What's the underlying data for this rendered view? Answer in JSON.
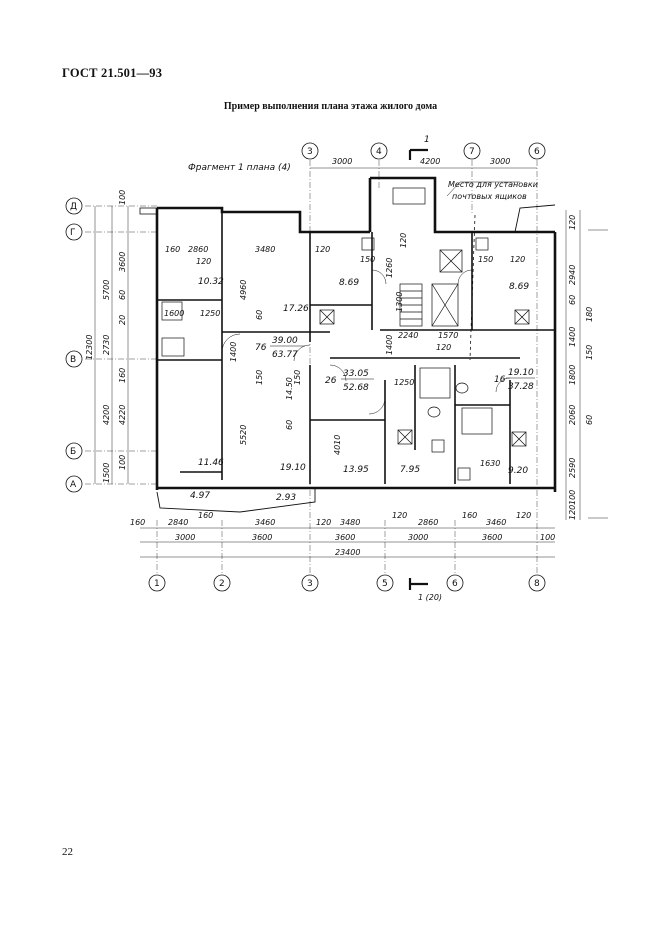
{
  "document": {
    "header": "ГОСТ 21.501—93",
    "caption": "Пример выполнения плана этажа жилого дома",
    "page_number": "22"
  },
  "plan": {
    "fragment_label": "Фрагмент 1 плана (4)",
    "note_label_line1": "Место для установки",
    "note_label_line2": "почтовых ящиков",
    "section_mark": "1",
    "section_mark_bottom": "1 (20)",
    "axes_top": [
      "3",
      "4",
      "7",
      "6"
    ],
    "axes_bottom": [
      "1",
      "2",
      "3",
      "5",
      "6",
      "8"
    ],
    "axes_left": [
      "Д",
      "Г",
      "В",
      "Б",
      "А"
    ],
    "top_dims": [
      "3000",
      "4200",
      "3000"
    ],
    "bottom_dims_row1": [
      "160",
      "2840",
      "160",
      "3460",
      "120",
      "3480",
      "120",
      "2860",
      "160",
      "3460",
      "120"
    ],
    "bottom_dims_row2": [
      "3000",
      "3600",
      "3600",
      "3000",
      "3600",
      "100"
    ],
    "bottom_total": "23400",
    "left_dims_outer": [
      "12300",
      "5700",
      "2730",
      "4200",
      "1500"
    ],
    "left_dims_inner": [
      "100",
      "3600",
      "60",
      "20",
      "160",
      "4220",
      "100"
    ],
    "right_dims": [
      "120",
      "2940",
      "60",
      "180",
      "1400",
      "150",
      "1800",
      "2060",
      "60",
      "2590",
      "100",
      "120"
    ],
    "inner_dims": [
      "160",
      "2860",
      "3480",
      "120",
      "120",
      "4960",
      "60",
      "1250",
      "1600",
      "1400",
      "150",
      "5520",
      "150",
      "4010",
      "1250",
      "1630",
      "2240",
      "1570",
      "120",
      "120",
      "150",
      "150",
      "1260",
      "1300",
      "120",
      "1400",
      "60",
      "14.50"
    ],
    "areas": [
      "10.32",
      "17.26",
      "8.69",
      "8.69",
      "11.46",
      "19.10",
      "13.95",
      "7.95",
      "9.20",
      "4.97",
      "2.93"
    ],
    "apartment_labels": [
      {
        "num": "76",
        "living": "39.00",
        "total": "63.77"
      },
      {
        "num": "26",
        "living": "33.05",
        "total": "52.68"
      },
      {
        "num": "16",
        "living": "19.10",
        "total": "37.28"
      }
    ]
  }
}
